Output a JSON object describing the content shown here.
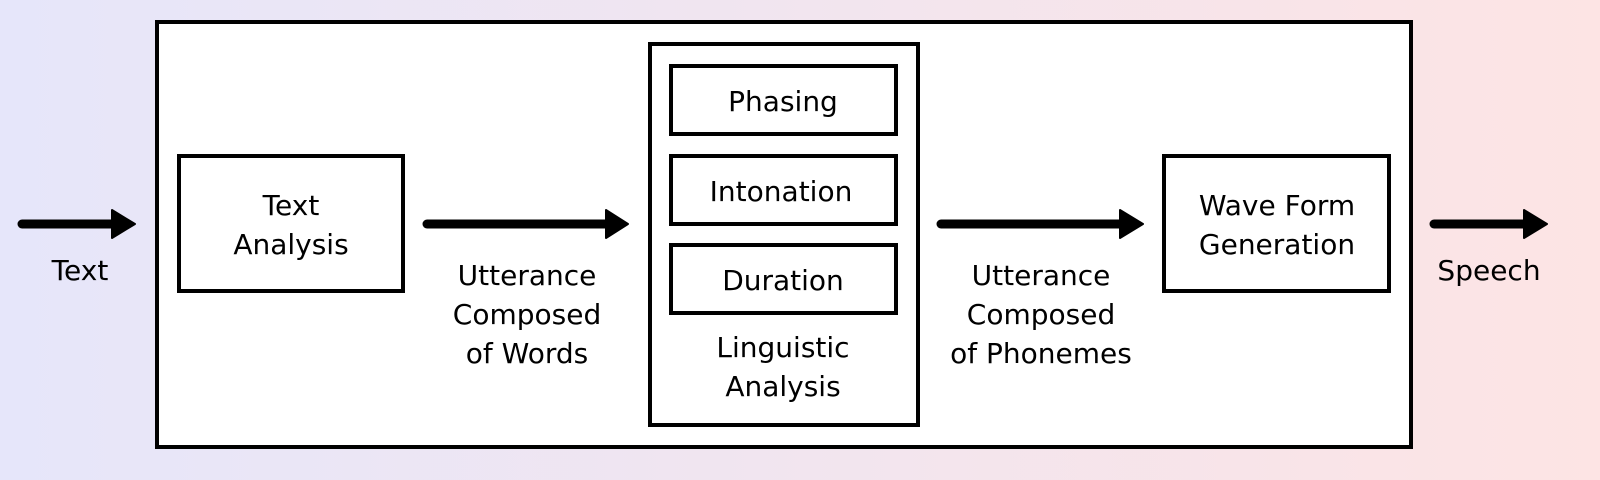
{
  "diagram": {
    "input_label": "Text",
    "output_label": "Speech",
    "blocks": {
      "text_analysis": [
        "Text",
        "Analysis"
      ],
      "linguistic_analysis": {
        "title": [
          "Linguistic",
          "Analysis"
        ],
        "steps": [
          "Phasing",
          "Intonation",
          "Duration"
        ]
      },
      "wave_form_generation": [
        "Wave Form",
        "Generation"
      ]
    },
    "edges": {
      "words": [
        "Utterance",
        "Composed",
        "of Words"
      ],
      "phonemes": [
        "Utterance",
        "Composed",
        "of Phonemes"
      ]
    },
    "colors": {
      "bg_left": "#e6e6fa",
      "bg_right": "#fde4e4"
    }
  }
}
